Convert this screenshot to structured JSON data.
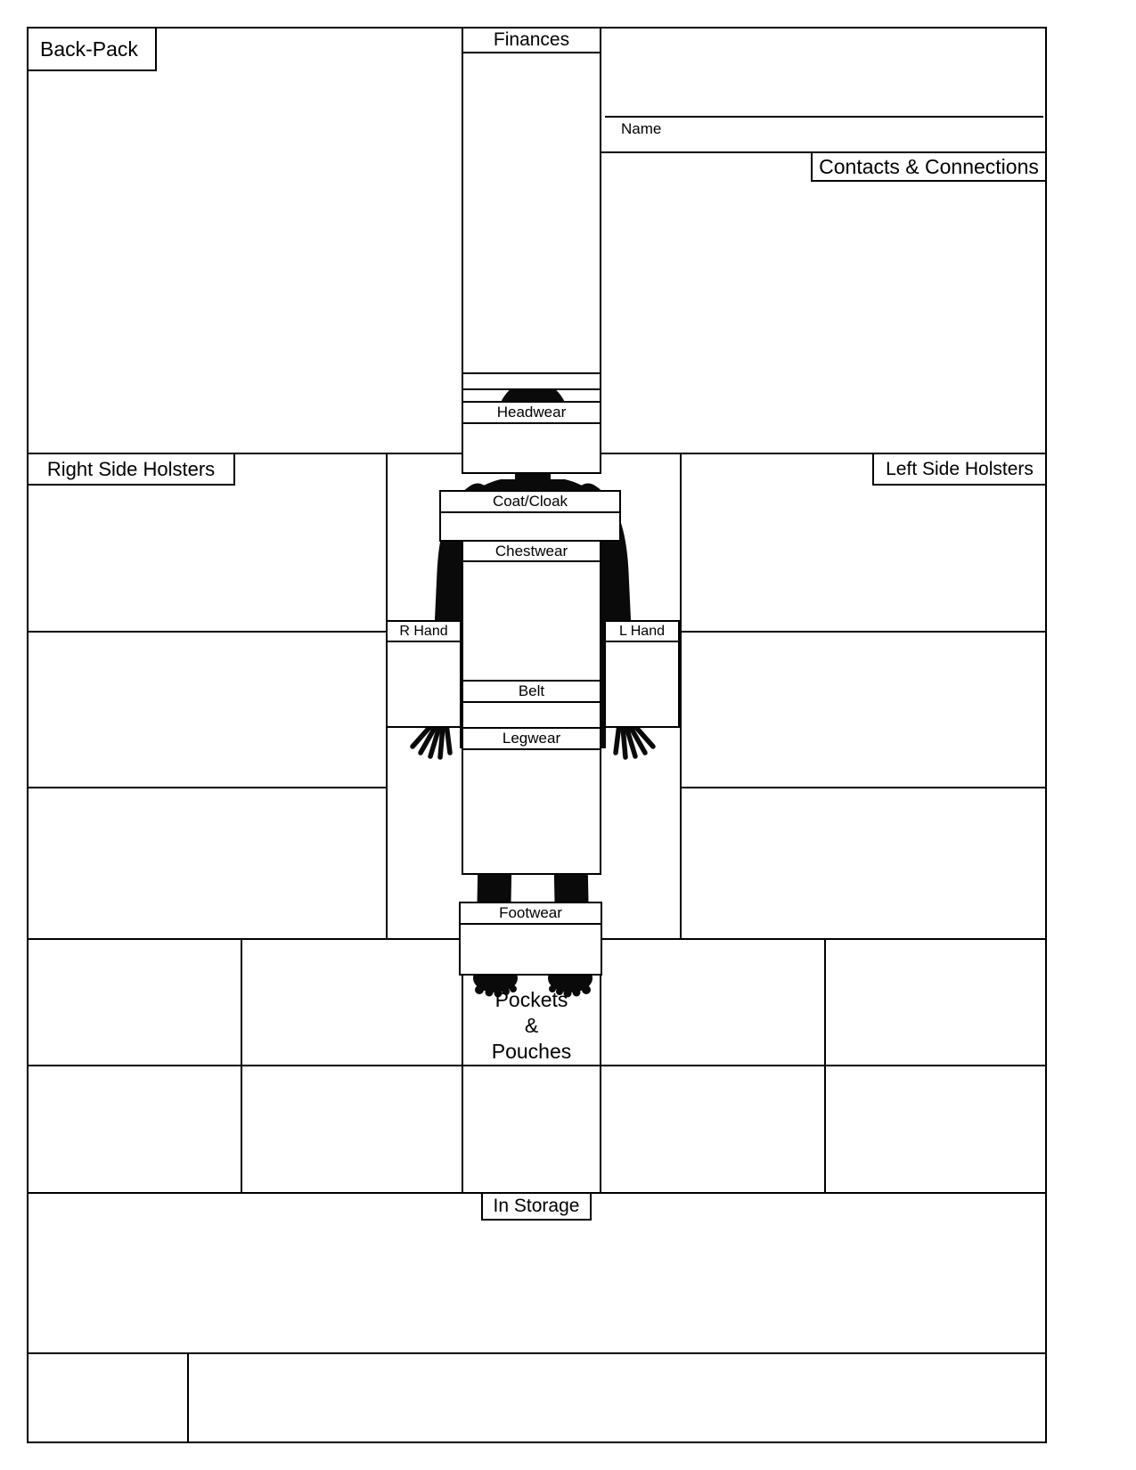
{
  "labels": {
    "backpack": "Back-Pack",
    "finances": "Finances",
    "name": "Name",
    "contacts": "Contacts & Connections",
    "right_holsters": "Right Side Holsters",
    "left_holsters": "Left Side Holsters",
    "headwear": "Headwear",
    "coat_cloak": "Coat/Cloak",
    "chestwear": "Chestwear",
    "r_hand": "R Hand",
    "l_hand": "L Hand",
    "belt": "Belt",
    "legwear": "Legwear",
    "footwear": "Footwear",
    "pockets_line1": "Pockets",
    "pockets_line2": "&",
    "pockets_line3": "Pouches",
    "in_storage": "In Storage"
  },
  "colors": {
    "line": "#000000",
    "paper": "#ffffff",
    "silhouette": "#0a0a0a"
  }
}
